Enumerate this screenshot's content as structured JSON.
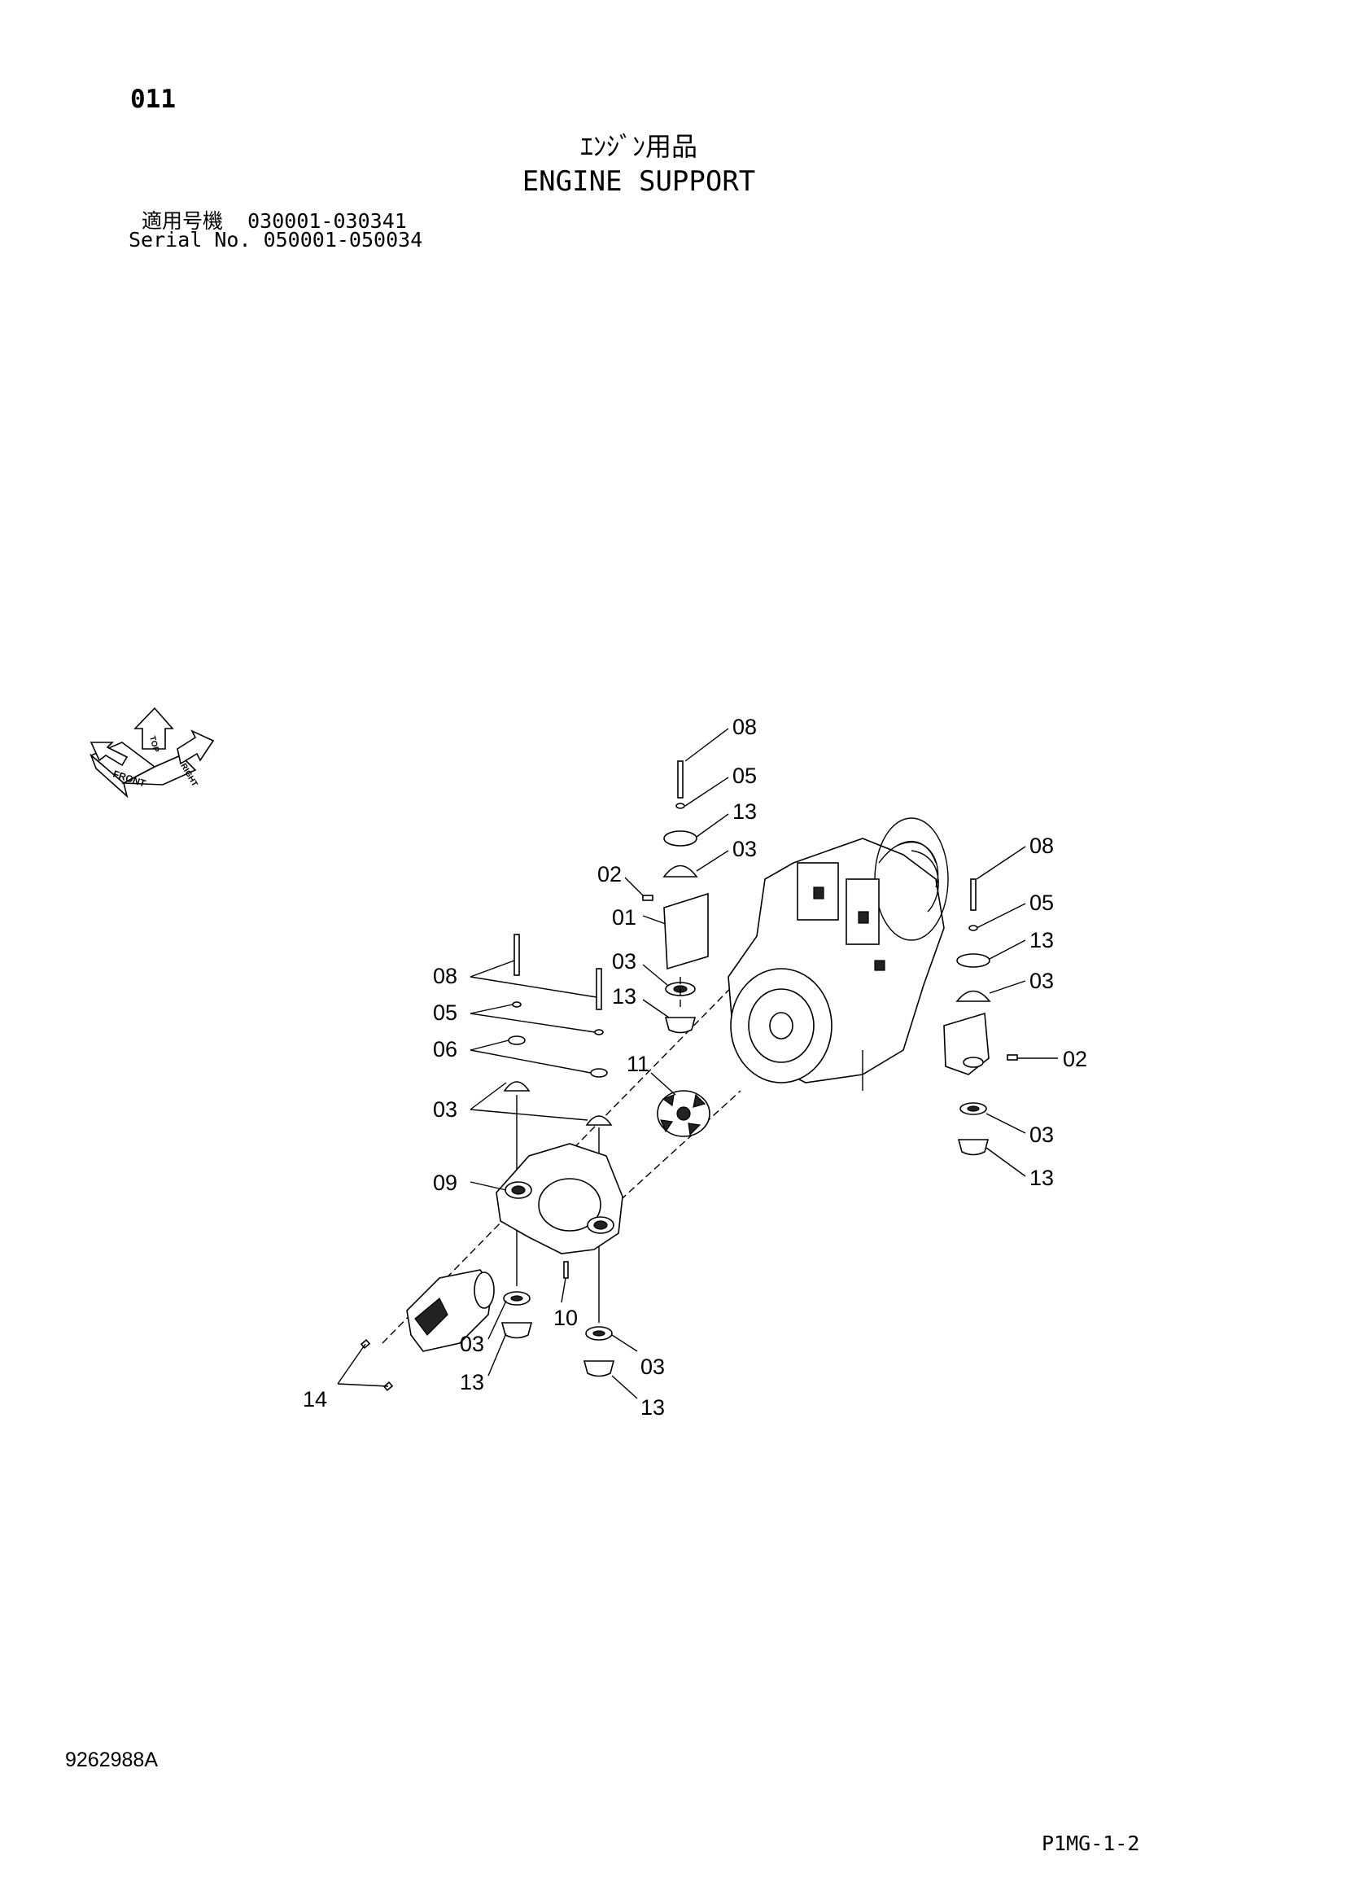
{
  "header": {
    "page_number": "011",
    "title_jp": "ｴﾝｼﾞﾝ用品",
    "title_en": "ENGINE SUPPORT",
    "serial_jp_label": "適用号機",
    "serial_jp_range": "030001-030341",
    "serial_en_label": "Serial No.",
    "serial_en_range": "050001-050034"
  },
  "orientation_icon": {
    "labels": [
      "FRONT",
      "TOP",
      "RIGHT"
    ],
    "icon": "orientation-arrows-icon"
  },
  "callouts": {
    "c08_top": "08",
    "c05_top": "05",
    "c13_top": "13",
    "c03_top": "03",
    "c02_left": "02",
    "c01": "01",
    "c03_left_upper": "03",
    "c13_left_upper": "13",
    "c08_right": "08",
    "c05_right": "05",
    "c13_right_upper": "13",
    "c03_right_upper": "03",
    "c02_right": "02",
    "c03_right_lower": "03",
    "c13_right_lower": "13",
    "c08_left": "08",
    "c05_left": "05",
    "c06": "06",
    "c03_left_mid": "03",
    "c11": "11",
    "c09": "09",
    "c10": "10",
    "c03_bottom_left": "03",
    "c13_bottom_left": "13",
    "c03_bottom_right": "03",
    "c13_bottom_right": "13",
    "c14": "14"
  },
  "footer": {
    "document_number": "9262988A",
    "sheet_code": "P1MG-1-2"
  }
}
